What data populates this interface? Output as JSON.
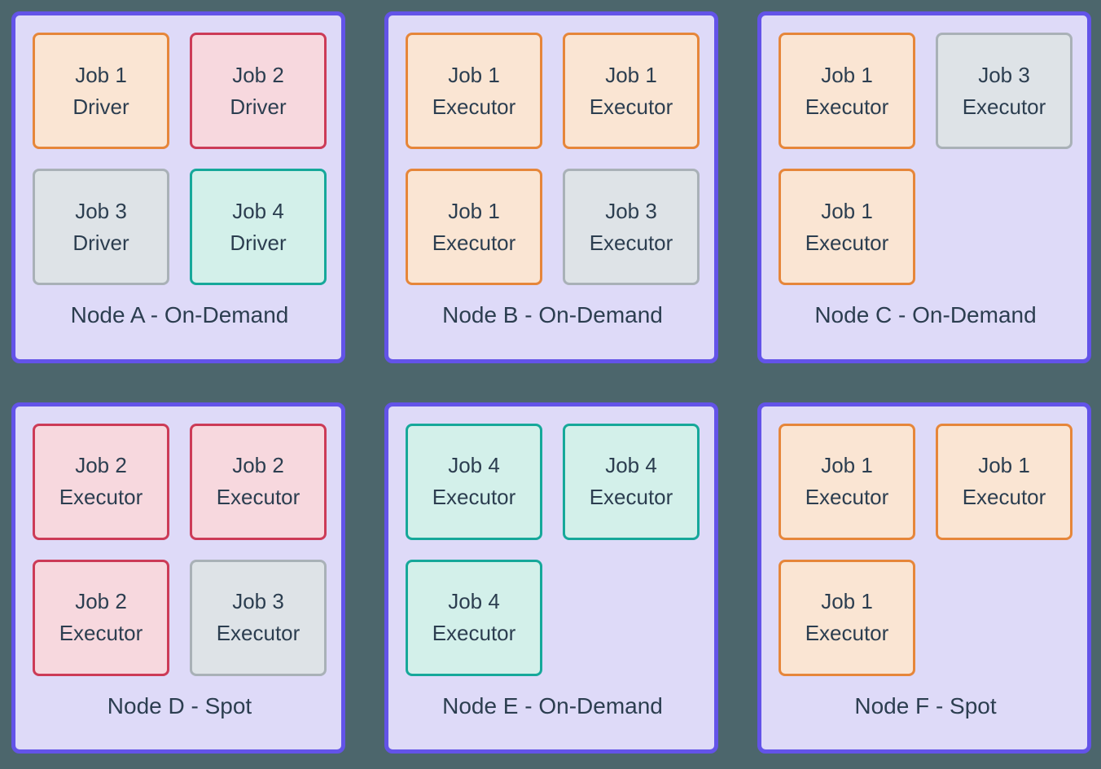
{
  "diagram_title": "spark-jobs-cluster-node-placement",
  "colors": {
    "background": "#4C666C",
    "node_fill": "#DEDAF8",
    "node_border": "#6353E8",
    "text": "#2C3E50",
    "job_styles": {
      "job1": {
        "border": "#E6863A",
        "fill": "#FAE5D3"
      },
      "job2": {
        "border": "#CC3B57",
        "fill": "#F7D8DE"
      },
      "job3": {
        "border": "#A9B1B7",
        "fill": "#DEE3E7"
      },
      "job4": {
        "border": "#16A89A",
        "fill": "#D3F0EA"
      }
    }
  },
  "nodes": [
    {
      "label": "Node A - On-Demand",
      "jobs": [
        {
          "line1": "Job 1",
          "line2": "Driver",
          "style": "job1"
        },
        {
          "line1": "Job 2",
          "line2": "Driver",
          "style": "job2"
        },
        {
          "line1": "Job 3",
          "line2": "Driver",
          "style": "job3"
        },
        {
          "line1": "Job 4",
          "line2": "Driver",
          "style": "job4"
        }
      ]
    },
    {
      "label": "Node B - On-Demand",
      "jobs": [
        {
          "line1": "Job 1",
          "line2": "Executor",
          "style": "job1"
        },
        {
          "line1": "Job 1",
          "line2": "Executor",
          "style": "job1"
        },
        {
          "line1": "Job 1",
          "line2": "Executor",
          "style": "job1"
        },
        {
          "line1": "Job 3",
          "line2": "Executor",
          "style": "job3"
        }
      ]
    },
    {
      "label": "Node C - On-Demand",
      "jobs": [
        {
          "line1": "Job 1",
          "line2": "Executor",
          "style": "job1"
        },
        {
          "line1": "Job 3",
          "line2": "Executor",
          "style": "job3"
        },
        {
          "line1": "Job 1",
          "line2": "Executor",
          "style": "job1"
        }
      ]
    },
    {
      "label": "Node D - Spot",
      "jobs": [
        {
          "line1": "Job 2",
          "line2": "Executor",
          "style": "job2"
        },
        {
          "line1": "Job 2",
          "line2": "Executor",
          "style": "job2"
        },
        {
          "line1": "Job 2",
          "line2": "Executor",
          "style": "job2"
        },
        {
          "line1": "Job 3",
          "line2": "Executor",
          "style": "job3"
        }
      ]
    },
    {
      "label": "Node E - On-Demand",
      "jobs": [
        {
          "line1": "Job 4",
          "line2": "Executor",
          "style": "job4"
        },
        {
          "line1": "Job 4",
          "line2": "Executor",
          "style": "job4"
        },
        {
          "line1": "Job 4",
          "line2": "Executor",
          "style": "job4"
        }
      ]
    },
    {
      "label": "Node F - Spot",
      "jobs": [
        {
          "line1": "Job 1",
          "line2": "Executor",
          "style": "job1"
        },
        {
          "line1": "Job 1",
          "line2": "Executor",
          "style": "job1"
        },
        {
          "line1": "Job 1",
          "line2": "Executor",
          "style": "job1"
        }
      ]
    }
  ]
}
